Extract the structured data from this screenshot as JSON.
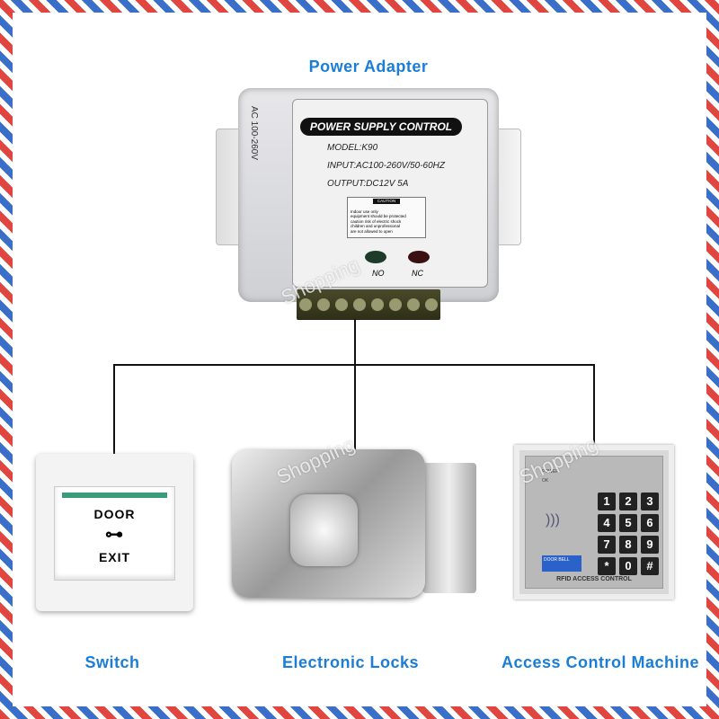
{
  "labels": {
    "top": "Power Adapter",
    "switch": "Switch",
    "lock": "Electronic Locks",
    "access": "Access Control Machine"
  },
  "adapter": {
    "side_text": "AC 100-260V",
    "title": "POWER SUPPLY CONTROL",
    "model": "MODEL:K90",
    "input": "INPUT:AC100-260V/50-60HZ",
    "output": "OUTPUT:DC12V  5A",
    "caution_title": "CAUTION",
    "caution_lines": [
      "Indoor use only",
      "equipment should be protected",
      "caution risk of electric shock",
      "children and unprofessional",
      "are not allowed to open"
    ],
    "led_no": "NO",
    "led_nc": "NC"
  },
  "switch": {
    "top": "DOOR",
    "bottom": "EXIT",
    "icon": "key-icon"
  },
  "keypad": {
    "keys": [
      "1",
      "2",
      "3",
      "4",
      "5",
      "6",
      "7",
      "8",
      "9",
      "*",
      "0",
      "#"
    ],
    "power": "POWER",
    "ok": "OK",
    "doorbell": "DOOR BELL",
    "brand": "RFID ACCESS CONTROL"
  },
  "watermark": "Shopping",
  "colors": {
    "label": "#1a7ed8",
    "wire": "#111111"
  }
}
